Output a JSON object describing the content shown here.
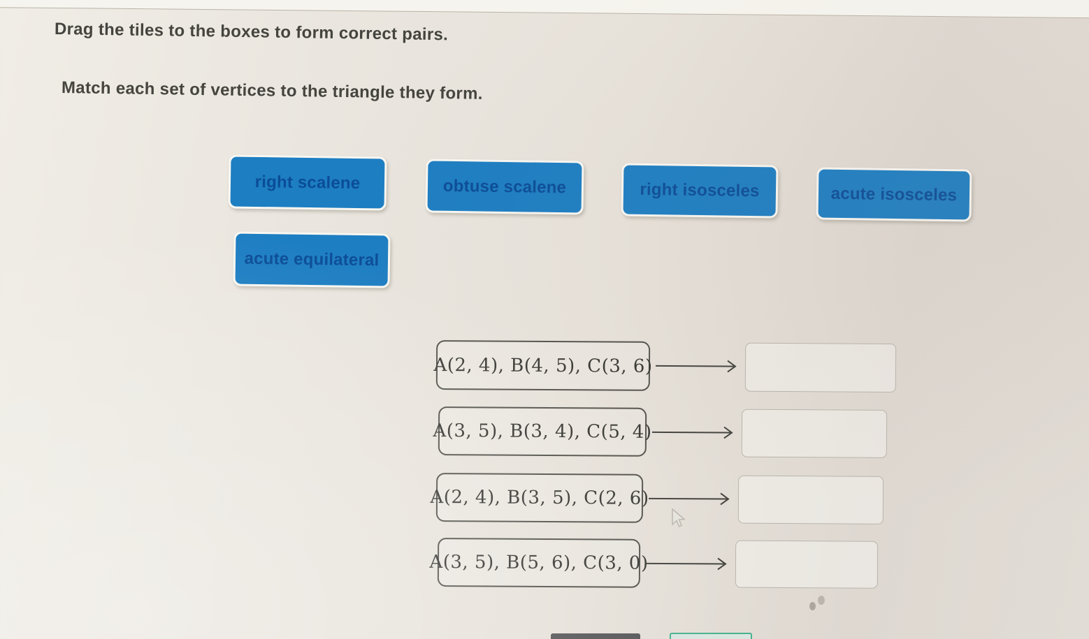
{
  "page": {
    "instruction1": "Drag the tiles to the boxes to form correct pairs.",
    "instruction2": "Match each set of vertices to the triangle they form."
  },
  "tiles": [
    {
      "label": "right scalene"
    },
    {
      "label": "obtuse scalene"
    },
    {
      "label": "right isosceles"
    },
    {
      "label": "acute isosceles"
    },
    {
      "label": "acute equilateral"
    }
  ],
  "pairs": [
    {
      "vertices": "A(2, 4), B(4, 5), C(3, 6)",
      "answer": ""
    },
    {
      "vertices": "A(3, 5), B(3, 4), C(5, 4)",
      "answer": ""
    },
    {
      "vertices": "A(2, 4), B(3, 5), C(2, 6)",
      "answer": ""
    },
    {
      "vertices": "A(3, 5), B(5, 6), C(3, 0)",
      "answer": ""
    }
  ],
  "icons": {
    "arrow": "right-arrow",
    "cursor": "mouse-pointer"
  },
  "colors": {
    "page_bg": "#e8e4dc",
    "tile_bg": "#1d7ec2",
    "tile_text": "#0b4d97",
    "tile_border": "#f8f7f2",
    "vertex_box_border": "#55544e",
    "answer_box_border": "#b9b5ac",
    "arrow": "#45443f",
    "cutoff_button_dark": "#58585a",
    "cutoff_button_teal": "#49b18f"
  }
}
